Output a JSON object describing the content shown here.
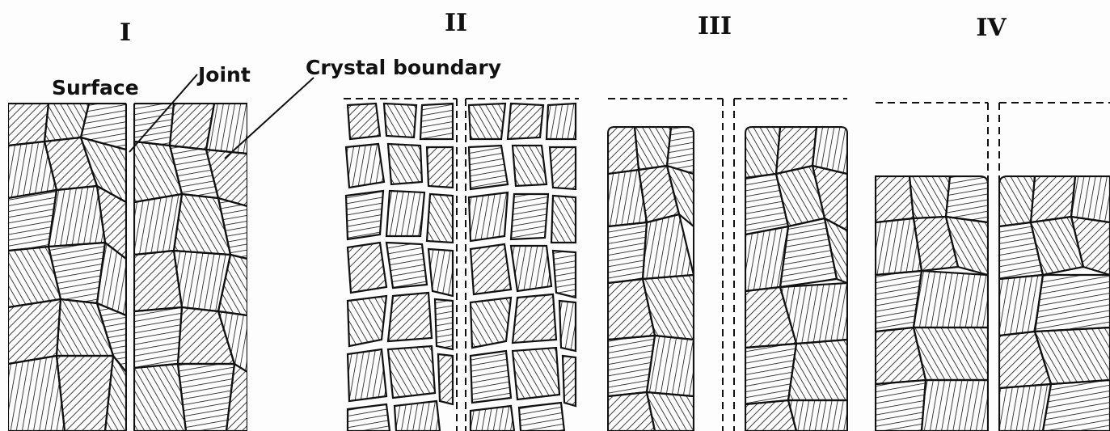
{
  "stages": [
    {
      "numeral": "I"
    },
    {
      "numeral": "II"
    },
    {
      "numeral": "III"
    },
    {
      "numeral": "IV"
    }
  ],
  "labels": {
    "surface": "Surface",
    "joint": "Joint",
    "crystal_boundary": "Crystal boundary"
  }
}
